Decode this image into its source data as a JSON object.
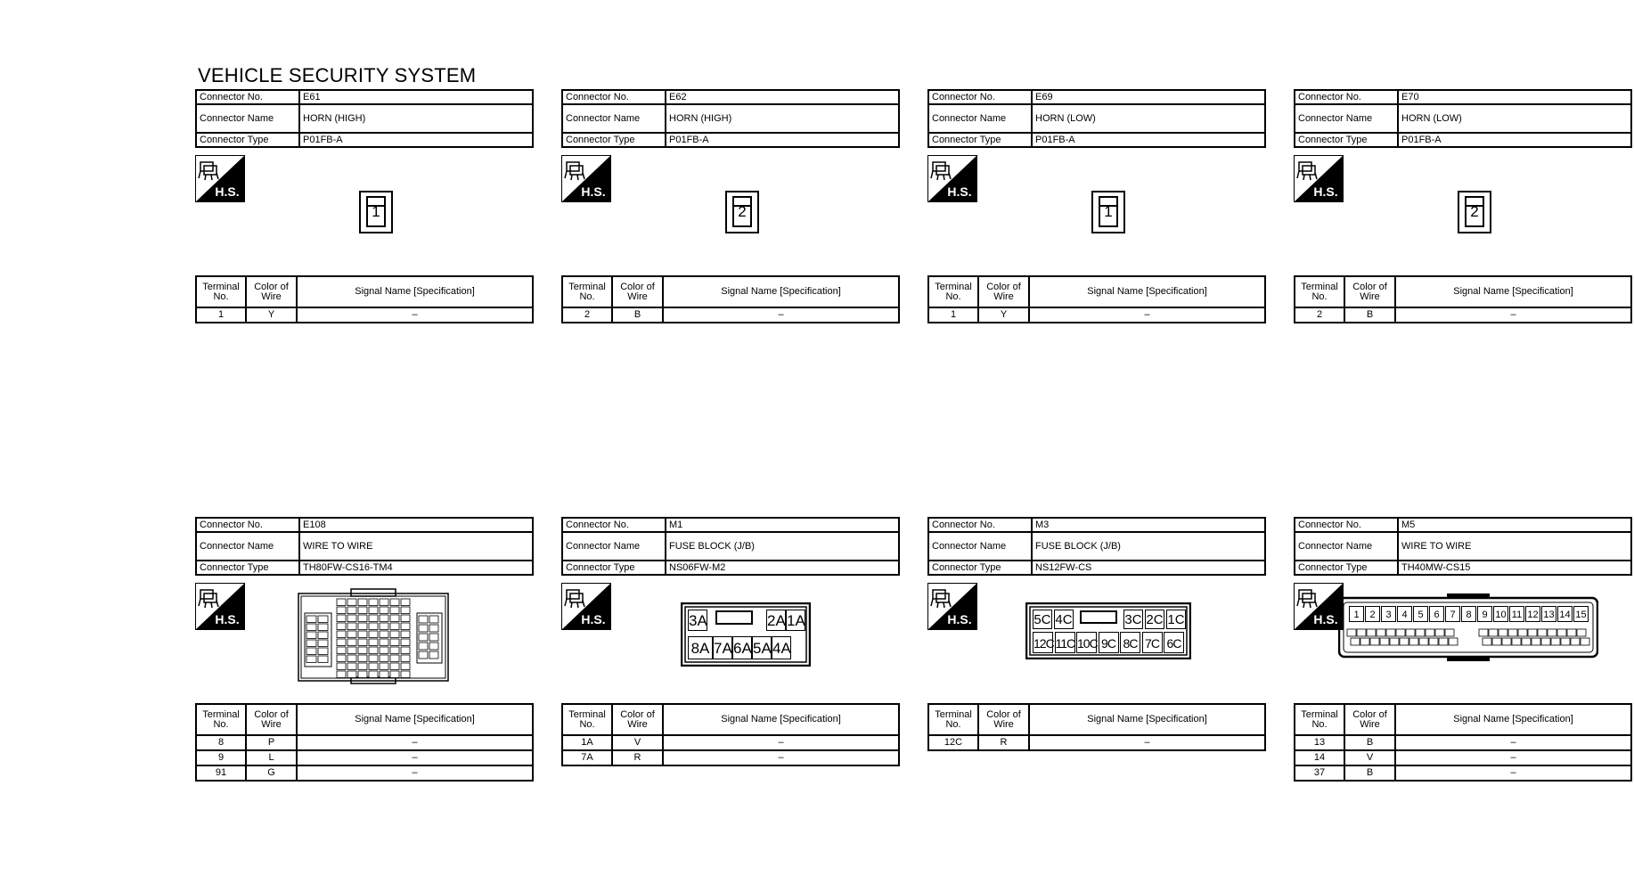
{
  "title": "VEHICLE SECURITY SYSTEM",
  "labels": {
    "connector_no": "Connector No.",
    "connector_name": "Connector Name",
    "connector_type": "Connector Type",
    "terminal_no": "Terminal No.",
    "color_of_wire": "Color of Wire",
    "signal_name": "Signal Name [Specification]",
    "hs": "H.S."
  },
  "connectors": [
    {
      "no": "E61",
      "name": "HORN (HIGH)",
      "type": "P01FB-A",
      "pin": "1",
      "rows": [
        {
          "t": "1",
          "c": "Y",
          "s": "–"
        }
      ]
    },
    {
      "no": "E62",
      "name": "HORN (HIGH)",
      "type": "P01FB-A",
      "pin": "2",
      "rows": [
        {
          "t": "2",
          "c": "B",
          "s": "–"
        }
      ]
    },
    {
      "no": "E69",
      "name": "HORN (LOW)",
      "type": "P01FB-A",
      "pin": "1",
      "rows": [
        {
          "t": "1",
          "c": "Y",
          "s": "–"
        }
      ]
    },
    {
      "no": "E70",
      "name": "HORN (LOW)",
      "type": "P01FB-A",
      "pin": "2",
      "rows": [
        {
          "t": "2",
          "c": "B",
          "s": "–"
        }
      ]
    },
    {
      "no": "E108",
      "name": "WIRE TO WIRE",
      "type": "TH80FW-CS16-TM4",
      "rows": [
        {
          "t": "8",
          "c": "P",
          "s": "–"
        },
        {
          "t": "9",
          "c": "L",
          "s": "–"
        },
        {
          "t": "91",
          "c": "G",
          "s": "–"
        }
      ]
    },
    {
      "no": "M1",
      "name": "FUSE BLOCK (J/B)",
      "type": "NS06FW-M2",
      "rows": [
        {
          "t": "1A",
          "c": "V",
          "s": "–"
        },
        {
          "t": "7A",
          "c": "R",
          "s": "–"
        }
      ]
    },
    {
      "no": "M3",
      "name": "FUSE BLOCK (J/B)",
      "type": "NS12FW-CS",
      "rows": [
        {
          "t": "12C",
          "c": "R",
          "s": "–"
        }
      ]
    },
    {
      "no": "M5",
      "name": "WIRE TO WIRE",
      "type": "TH40MW-CS15",
      "rows": [
        {
          "t": "13",
          "c": "B",
          "s": "–"
        },
        {
          "t": "14",
          "c": "V",
          "s": "–"
        },
        {
          "t": "37",
          "c": "B",
          "s": "–"
        }
      ]
    }
  ],
  "m1_cavities": {
    "top": [
      "3A",
      "2A",
      "1A"
    ],
    "bottom": [
      "8A",
      "7A",
      "6A",
      "5A",
      "4A"
    ]
  },
  "m3_cavities": {
    "top": [
      "5C",
      "4C",
      "3C",
      "2C",
      "1C"
    ],
    "bottom": [
      "12C",
      "11C",
      "10C",
      "9C",
      "8C",
      "7C",
      "6C"
    ]
  },
  "m5_cavities": {
    "top": [
      "1",
      "2",
      "3",
      "4",
      "5",
      "6",
      "7",
      "8",
      "9",
      "10",
      "11",
      "12",
      "13",
      "14",
      "15"
    ]
  }
}
